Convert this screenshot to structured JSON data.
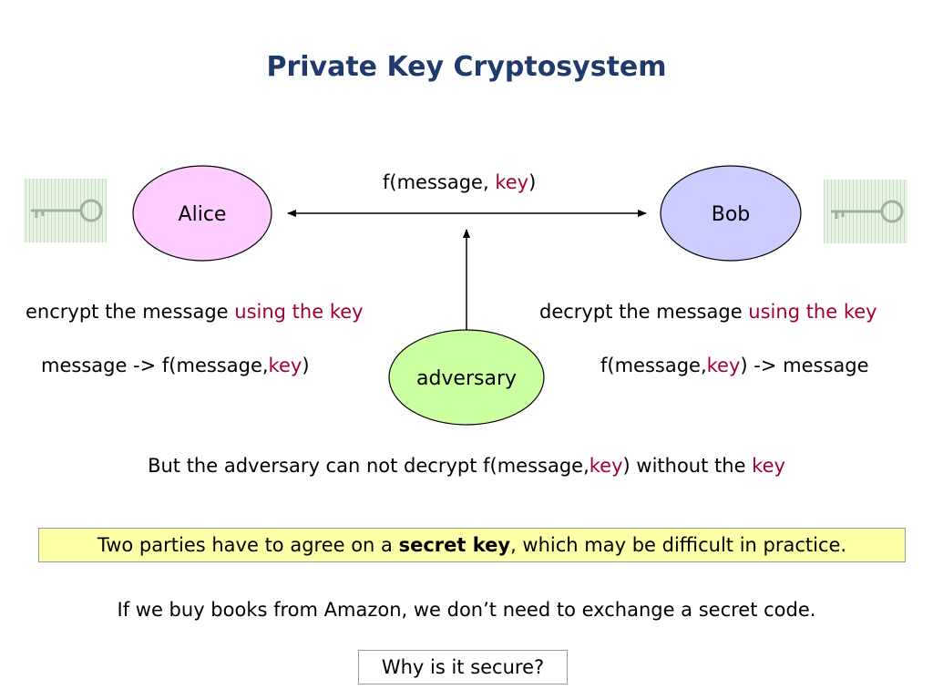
{
  "title": "Private Key Cryptosystem",
  "colors": {
    "title": "#1f3a6b",
    "highlight": "#a3002e",
    "alice_fill": "#ffccff",
    "bob_fill": "#ccccff",
    "adversary_fill": "#ccffa0",
    "note_fill": "#ffffa8"
  },
  "nodes": {
    "alice": "Alice",
    "bob": "Bob",
    "adversary": "adversary"
  },
  "icons": {
    "alice_key": "key-icon",
    "bob_key": "key-icon"
  },
  "channel": {
    "prefix": "f(message, ",
    "key": "key",
    "suffix": ")"
  },
  "alice_side": {
    "line1_prefix": "encrypt the message ",
    "line1_highlight": "using the key",
    "line2_prefix": "message -> f(message,",
    "line2_key": "key",
    "line2_suffix": ")"
  },
  "bob_side": {
    "line1_prefix": "decrypt the message ",
    "line1_highlight": "using the key",
    "line2_prefix": "f(message,",
    "line2_key": "key",
    "line2_suffix": ") -> message"
  },
  "adversary_note": {
    "prefix": "But the adversary can not decrypt f(message,",
    "key1": "key",
    "middle": ") without the ",
    "key2": "key"
  },
  "secret_note": {
    "prefix": "Two parties have to agree on a ",
    "bold": "secret key",
    "suffix": ", which may be difficult in practice."
  },
  "amazon_note": "If we buy books from Amazon, we don’t need to exchange a secret code.",
  "question": "Why is it secure?"
}
